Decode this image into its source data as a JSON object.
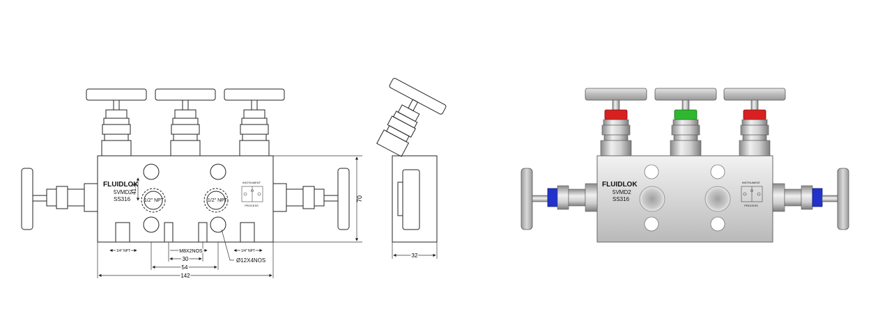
{
  "front_view": {
    "brand": "FLUIDLOK",
    "model": "5VMD2",
    "material": "SS316",
    "port_left": "1/2\" NPT",
    "port_right": "1/2\" NPT",
    "dims": {
      "width_total": "142",
      "height": "70",
      "port_spacing": "54",
      "mount_spacing": "30",
      "mount_thread": "M8X2NOS",
      "vertical_offset": "41.3",
      "hole_callout": "Ø12X4NOS",
      "side_port_left": "1/4\" NPT",
      "side_port_right": "1/4\" NPT"
    },
    "schematic": {
      "top": "INSTRUMENT",
      "bottom": "PROCESS"
    }
  },
  "side_view": {
    "dims": {
      "depth": "32"
    }
  },
  "render_view": {
    "brand": "FLUIDLOK",
    "model": "5VMD2",
    "material": "SS316",
    "schematic": {
      "top": "INSTRUMENT",
      "bottom": "PROCESS"
    }
  },
  "colors": {
    "handle_red": "#d82020",
    "handle_green": "#2fb82f",
    "handle_blue": "#2233cc",
    "body_render": "#dcdcdc"
  }
}
